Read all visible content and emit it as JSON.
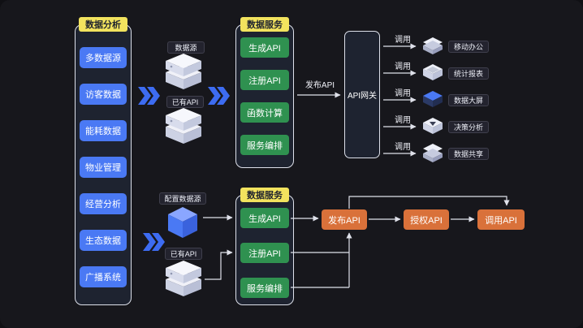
{
  "colors": {
    "background": "#17171c",
    "panel": "#1e2330",
    "panel_border": "#dde0ea",
    "title_badge_yellow": "#f2e35e",
    "node_blue": "#4a79f4",
    "node_green": "#2f9150",
    "node_orange": "#d9713a",
    "wire_white": "#dfe1ea",
    "arrow_blue": "#3d6cf2"
  },
  "analysis": {
    "title": "数据分析",
    "items": [
      "多数据源",
      "访客数据",
      "能耗数据",
      "物业管理",
      "经营分析",
      "生态数据",
      "广播系统"
    ]
  },
  "top_sources": [
    {
      "label": "数据源",
      "icon": "server-icon"
    },
    {
      "label": "已有API",
      "icon": "server-icon"
    }
  ],
  "top_service": {
    "title": "数据服务",
    "items": [
      "生成API",
      "注册API",
      "函数计算",
      "服务编排"
    ]
  },
  "publish_label": "发布API",
  "gateway_label": "API网关",
  "consumers": [
    {
      "call": "调用",
      "label": "移动办公",
      "icon": "mobile-office-icon"
    },
    {
      "call": "调用",
      "label": "统计报表",
      "icon": "report-icon"
    },
    {
      "call": "调用",
      "label": "数据大屏",
      "icon": "dashboard-icon"
    },
    {
      "call": "调用",
      "label": "决策分析",
      "icon": "decision-icon"
    },
    {
      "call": "调用",
      "label": "数据共享",
      "icon": "share-icon"
    }
  ],
  "bottom_sources": [
    {
      "label": "配置数据源",
      "icon": "cube-icon"
    },
    {
      "label": "已有API",
      "icon": "server-icon"
    }
  ],
  "bottom_service": {
    "title": "数据服务",
    "items": [
      "生成API",
      "注册API",
      "服务编排"
    ]
  },
  "bottom_flow": [
    "发布API",
    "授权API",
    "调用API"
  ]
}
